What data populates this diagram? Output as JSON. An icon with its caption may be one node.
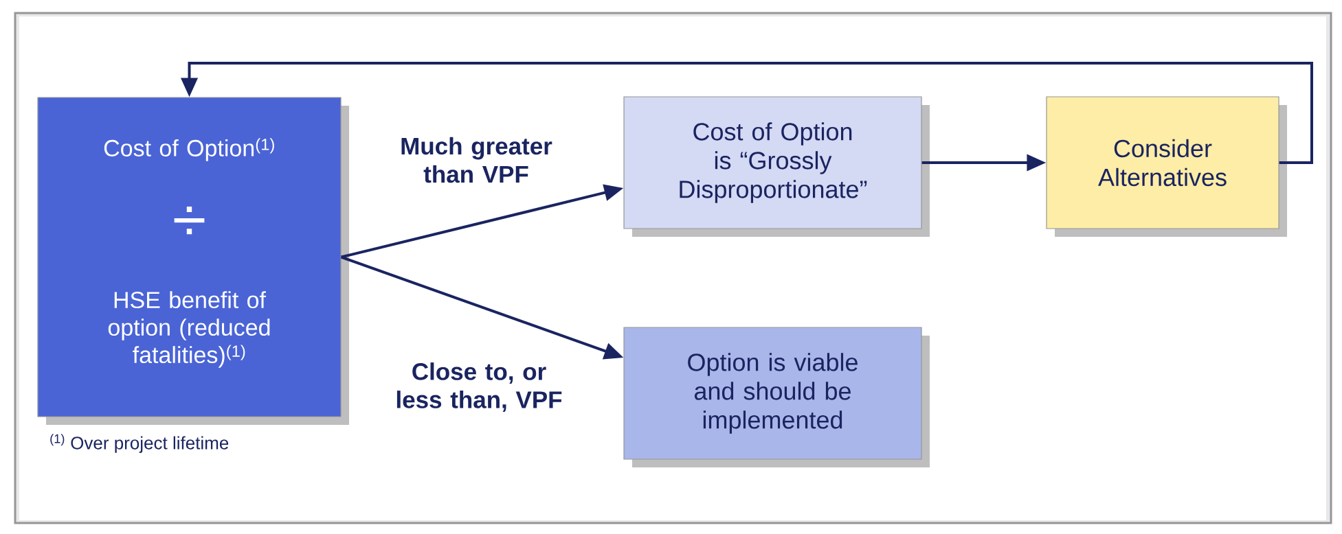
{
  "diagram": {
    "nodes": [
      {
        "text": [
          "Cost of Option$^{(1)}$",
          "÷",
          "HSE benefit of option (reduced fatalities)$^{(1)}$"
        ],
        "beside": [
          "$^{(1)}$ Over project lifetime"
        ]
      },
      {
        "text": [
          "Cost of Option is “Grossly Disproportionate”"
        ]
      },
      {
        "text": [
          "Consider Alternatives"
        ]
      },
      {
        "text": [
          "Option is viable and should be implemented"
        ]
      }
    ],
    "edges": [
      {
        "from": 0,
        "to": 1,
        "arrow": "to",
        "label": "Much greater than VPF"
      },
      {
        "from": 0,
        "to": 3,
        "arrow": "to",
        "label": "Close to, or less than, VPF"
      },
      {
        "from": 1,
        "to": 2,
        "arrow": "to"
      },
      {
        "from": 2,
        "to": 0,
        "arrow": "to"
      }
    ]
  }
}
